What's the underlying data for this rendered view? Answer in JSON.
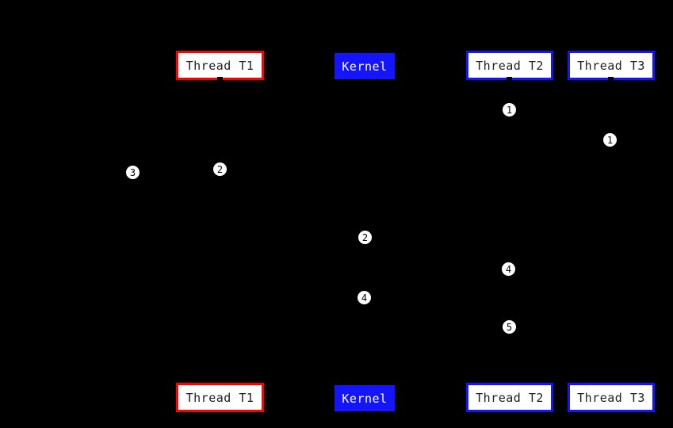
{
  "diagram": {
    "type": "sequence-diagram",
    "description": "Thread/Kernel scheduling sequence diagram with numbered event markers",
    "background_color": "#000000",
    "colors": {
      "thread_t1_border": "#ff0000",
      "thread_t2_border": "#1414ff",
      "thread_t3_border": "#1414ff",
      "kernel_fill": "#1414ff",
      "thread_box_fill": "#ffffff",
      "thread_box_text": "#1f1f1f",
      "kernel_text": "#ffffff",
      "marker_fill": "#ffffff",
      "marker_outline": "#000000",
      "marker_text": "#000000",
      "lifeline": "#000000"
    },
    "actors": {
      "t1": {
        "label": "Thread T1"
      },
      "kernel": {
        "label": "Kernel"
      },
      "t2": {
        "label": "Thread T2"
      },
      "t3": {
        "label": "Thread T3"
      }
    },
    "markers": [
      {
        "label": "1",
        "lane": "thread-t2"
      },
      {
        "label": "1",
        "lane": "thread-t3"
      },
      {
        "label": "2",
        "lane": "thread-t1"
      },
      {
        "label": "3",
        "lane": "left-of-thread-t1"
      },
      {
        "label": "2",
        "lane": "kernel"
      },
      {
        "label": "4",
        "lane": "thread-t2"
      },
      {
        "label": "4",
        "lane": "kernel"
      },
      {
        "label": "5",
        "lane": "thread-t2"
      }
    ]
  }
}
